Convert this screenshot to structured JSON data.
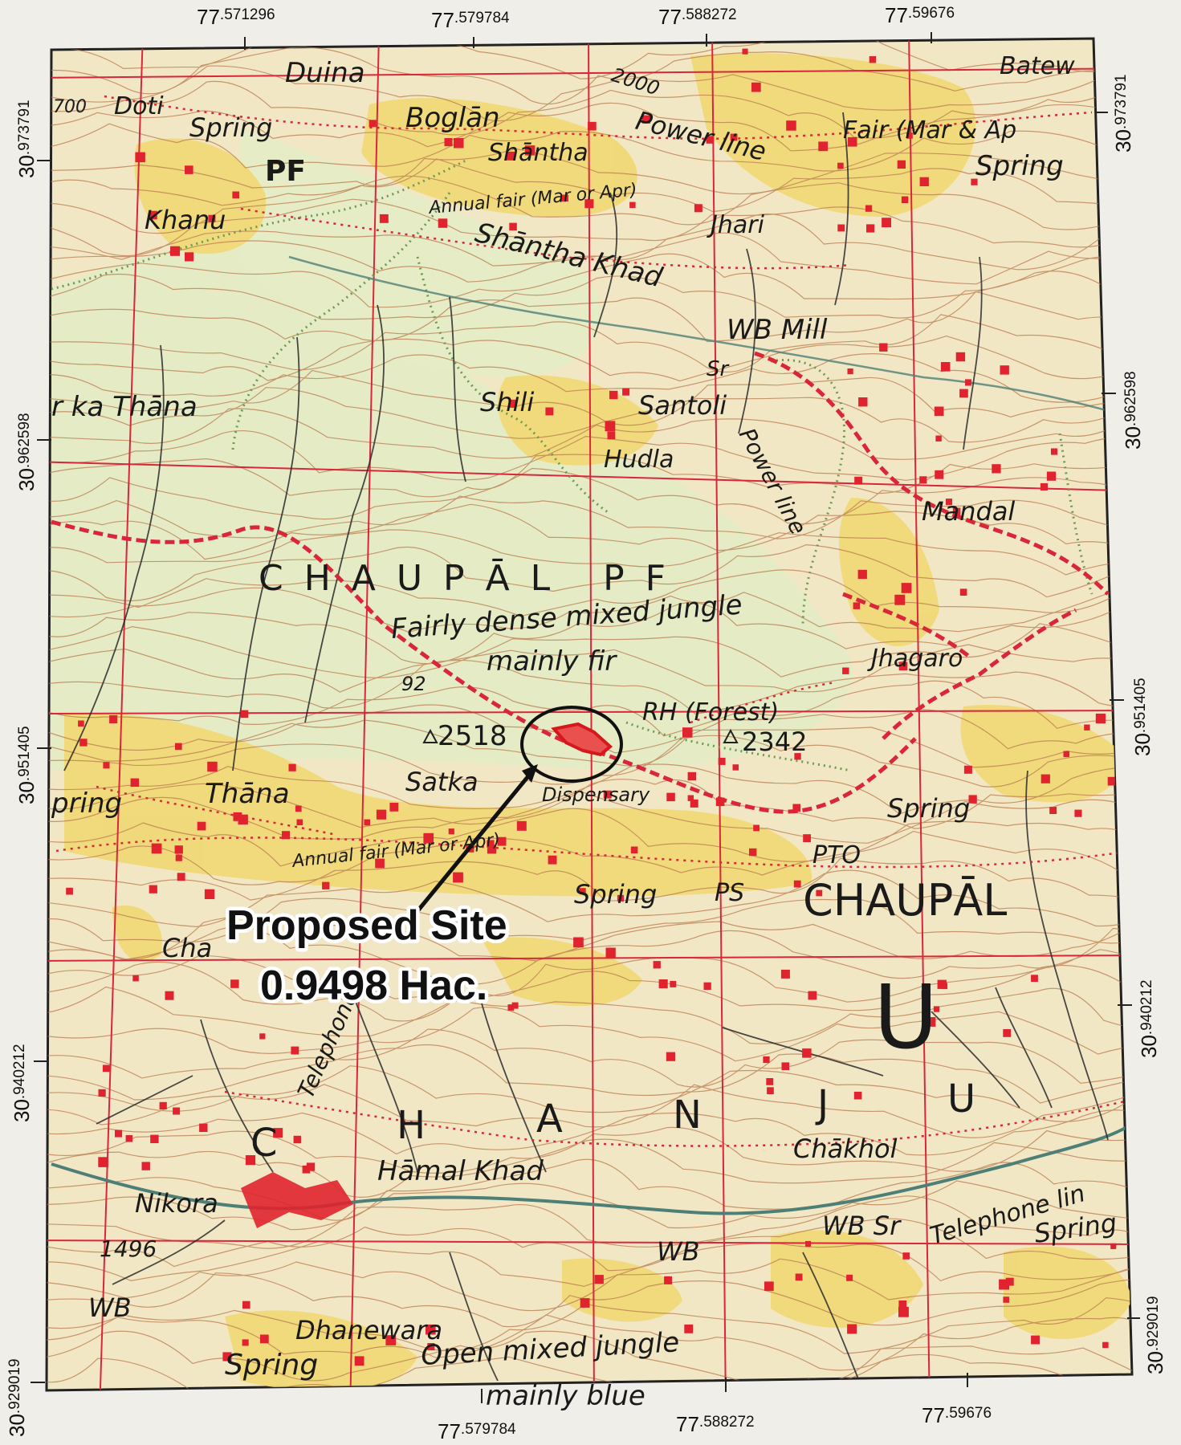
{
  "map": {
    "coords": {
      "top": [
        {
          "deg": "77",
          "dec": ".571296"
        },
        {
          "deg": "77",
          "dec": ".579784"
        },
        {
          "deg": "77",
          "dec": ".588272"
        },
        {
          "deg": "77",
          "dec": ".59676"
        }
      ],
      "bottom": [
        {
          "deg": "77",
          "dec": ".579784"
        },
        {
          "deg": "77",
          "dec": ".588272"
        },
        {
          "deg": "77",
          "dec": ".59676"
        }
      ],
      "left": [
        {
          "deg": "30",
          "dec": ".973791"
        },
        {
          "deg": "30",
          "dec": ".962598"
        },
        {
          "deg": "30",
          "dec": ".951405"
        },
        {
          "deg": "30",
          "dec": ".940212"
        },
        {
          "deg": "30",
          "dec": ".929019"
        }
      ],
      "right": [
        {
          "deg": "30",
          "dec": ".973791"
        },
        {
          "deg": "30",
          "dec": ".962598"
        },
        {
          "deg": "30",
          "dec": ".951405"
        },
        {
          "deg": "30",
          "dec": ".940212"
        },
        {
          "deg": "30",
          "dec": ".929019"
        }
      ]
    },
    "labels": {
      "duina": "Duina",
      "doti": "Doti",
      "spring_nw": "Spring",
      "pf_nw": "PF",
      "boglan": "Boglān",
      "shantha": "Shāntha",
      "power_line_n": "Power line",
      "fair_n": "Fair (Mar & Ap",
      "spring_ne": "Spring",
      "batew": "Batew",
      "annual_fair_n": "Annual fair (Mar or Apr)",
      "jhari": "Jhari",
      "khanu": "Khanu",
      "shantha_khad": "Shāntha Khad",
      "wb_mill": "WB Mill",
      "sr_n": "Sr",
      "ka_thana": "r ka Thāna",
      "shili": "Shili",
      "santoli": "Santoli",
      "hudla": "Hudla",
      "power_line_c": "Power line",
      "mandal": "Mandal",
      "chaupal_pf": "C H A U P Ā L   P F",
      "fairly_dense": "Fairly dense mixed jungle",
      "mainly_fir": "mainly fir",
      "jhagaro": "Jhagaro",
      "rh_forest": "RH (Forest)",
      "h2518": "2518",
      "h2342": "2342",
      "satka": "Satka",
      "dispensary": "Dispensary",
      "spring_w": "pring",
      "thana": "Thāna",
      "spring_e": "Spring",
      "annual_fair_s": "Annual fair (Mar or Apr)",
      "pto": "PTO",
      "spring_c": "Spring",
      "ps": "PS",
      "chaupal": "CHAUPĀL",
      "letter_u": "U",
      "letter_c": "C",
      "letter_h": "H",
      "letter_a": "A",
      "letter_n": "N",
      "letter_j": "J",
      "letter_u2": "U",
      "chakhol": "Chākhol",
      "telephone": "Telephone",
      "hamal_khad": "Hāmal Khad",
      "nikora": "Nikora",
      "h1496": "1496",
      "wb_sw": "WB",
      "wb_c": "WB",
      "wb_sr": "WB Sr",
      "telephone_line": "Telephone lin",
      "spring_se": "Spring",
      "dhanewara": "Dhanewara",
      "spring_sw": "Spring",
      "open_mixed": "Open mixed jungle",
      "mainly_blue": "mainly blue",
      "h2000": "2000",
      "h92": "92",
      "cha": "Cha",
      "h700": "700"
    },
    "callout": {
      "line1": "Proposed Site",
      "line2": "0.9498 Hac."
    },
    "colors": {
      "paper": "#f2e7c4",
      "forest_green": "#e4ecc5",
      "cultivation_yellow": "#f0d977",
      "contour_brown": "#b97a4f",
      "grid_red": "#d9263a",
      "settlement_red": "#e0232f",
      "stream_black": "#2a2a2a",
      "forest_boundary_green": "#6c9a54",
      "river_teal": "#4d7f77"
    }
  }
}
